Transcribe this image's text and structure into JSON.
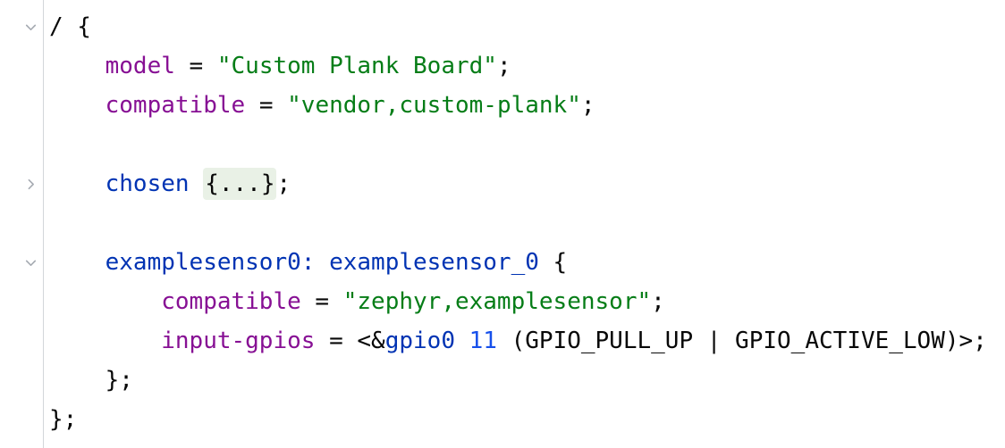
{
  "editor": {
    "language": "devicetree-source",
    "colors": {
      "default": "#080808",
      "property": "#871094",
      "string": "#067d17",
      "node": "#0033b3",
      "number": "#1750eb"
    },
    "fold_background": "#e9f1e6",
    "gutter_line_color": "#d3d6da",
    "chevron_color": "#a6abb2",
    "lines": [
      {
        "fold": "expanded",
        "segments": [
          {
            "t": "/ {",
            "c": "default"
          }
        ]
      },
      {
        "segments": [
          {
            "t": "    ",
            "c": "default"
          },
          {
            "t": "model",
            "c": "property"
          },
          {
            "t": " = ",
            "c": "default"
          },
          {
            "t": "\"Custom Plank Board\"",
            "c": "string"
          },
          {
            "t": ";",
            "c": "default"
          }
        ]
      },
      {
        "segments": [
          {
            "t": "    ",
            "c": "default"
          },
          {
            "t": "compatible",
            "c": "property"
          },
          {
            "t": " = ",
            "c": "default"
          },
          {
            "t": "\"vendor,custom-plank\"",
            "c": "string"
          },
          {
            "t": ";",
            "c": "default"
          }
        ]
      },
      {
        "segments": []
      },
      {
        "fold": "collapsed",
        "segments": [
          {
            "t": "    ",
            "c": "default"
          },
          {
            "t": "chosen",
            "c": "node"
          },
          {
            "t": " ",
            "c": "default"
          },
          {
            "t": "{...}",
            "c": "default",
            "folded": true
          },
          {
            "t": ";",
            "c": "default"
          }
        ]
      },
      {
        "segments": []
      },
      {
        "fold": "expanded",
        "segments": [
          {
            "t": "    ",
            "c": "default"
          },
          {
            "t": "examplesensor0: examplesensor_0",
            "c": "node"
          },
          {
            "t": " {",
            "c": "default"
          }
        ]
      },
      {
        "segments": [
          {
            "t": "        ",
            "c": "default"
          },
          {
            "t": "compatible",
            "c": "property"
          },
          {
            "t": " = ",
            "c": "default"
          },
          {
            "t": "\"zephyr,examplesensor\"",
            "c": "string"
          },
          {
            "t": ";",
            "c": "default"
          }
        ]
      },
      {
        "segments": [
          {
            "t": "        ",
            "c": "default"
          },
          {
            "t": "input-gpios",
            "c": "property"
          },
          {
            "t": " = <&",
            "c": "default"
          },
          {
            "t": "gpio0",
            "c": "node"
          },
          {
            "t": " ",
            "c": "default"
          },
          {
            "t": "11",
            "c": "number"
          },
          {
            "t": " (GPIO_PULL_UP | GPIO_ACTIVE_LOW)>;",
            "c": "default"
          }
        ]
      },
      {
        "segments": [
          {
            "t": "    };",
            "c": "default"
          }
        ]
      },
      {
        "segments": [
          {
            "t": "};",
            "c": "default"
          }
        ]
      }
    ]
  }
}
